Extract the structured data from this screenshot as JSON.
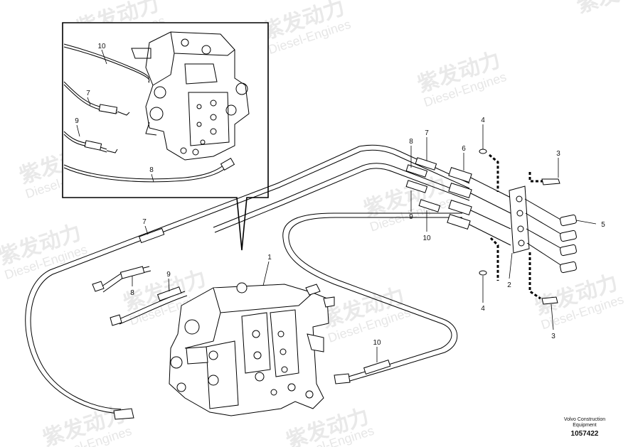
{
  "watermark": {
    "brand_cn": "紫发动力",
    "brand_en": "Diesel-Engines"
  },
  "callouts": {
    "inset_10": "10",
    "inset_7": "7",
    "inset_9": "9",
    "inset_8": "8",
    "right_7": "7",
    "right_8": "8",
    "right_6": "6",
    "right_4_top": "4",
    "right_3_top": "3",
    "right_5": "5",
    "right_9": "9",
    "right_10": "10",
    "right_2": "2",
    "right_4_bottom": "4",
    "right_3_bottom": "3",
    "main_7": "7",
    "main_1": "1",
    "main_9": "9",
    "main_8": "8",
    "main_10": "10"
  },
  "footer": {
    "line1": "Volvo Construction",
    "line2": "Equipment",
    "number": "1057422"
  }
}
